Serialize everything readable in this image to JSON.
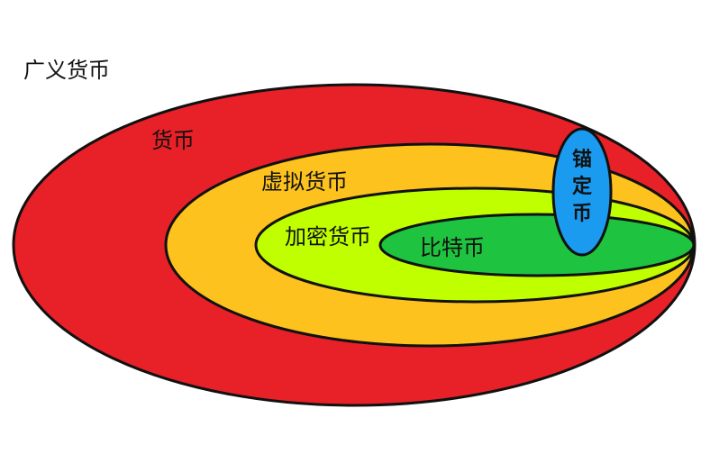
{
  "diagram": {
    "outer_label": "广义货币",
    "sets": [
      {
        "label": "货币",
        "color": "#e82128"
      },
      {
        "label": "虚拟货币",
        "color": "#fdc21d"
      },
      {
        "label": "加密货币",
        "color": "#bfff00"
      },
      {
        "label": "比特币",
        "color": "#1ec33f"
      }
    ],
    "anchored": {
      "label_chars": [
        "锚",
        "定",
        "币"
      ],
      "color": "#1a9bef"
    }
  }
}
